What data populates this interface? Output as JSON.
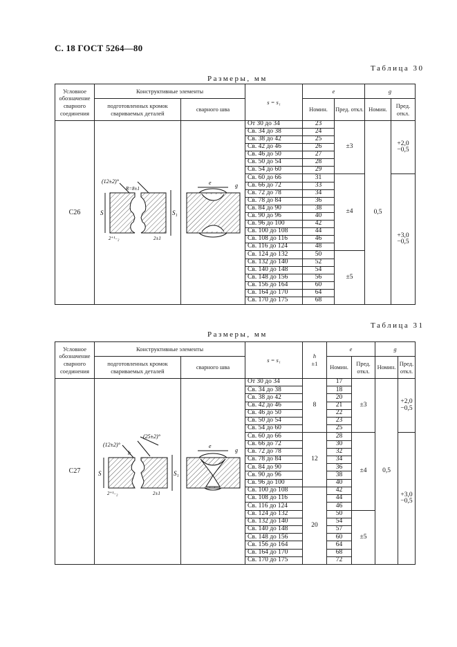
{
  "page_header": "С. 18 ГОСТ 5264—80",
  "tables": [
    {
      "caption": "Таблица 30",
      "sizes_caption": "Размеры, мм",
      "headers": {
        "conn_designation": "Условное обозначение сварного соединения",
        "constructive": "Конструктивные элементы",
        "prepared_edges": "подготовленных кромок свариваемых деталей",
        "weld": "сварного шва",
        "s_col": "s = s₁",
        "e": "e",
        "g": "g",
        "nom": "Номин.",
        "tol": "Пред. откл."
      },
      "designation": "С26",
      "ranges": [
        "От 30 до 34",
        "Св. 34 до 38",
        "Св. 38 до 42",
        "Св. 42 до 46",
        "Св. 46 до 50",
        "Св. 50 до 54",
        "Св. 54 до 60",
        "Св. 60 до 66",
        "Св. 66 до 72",
        "Св. 72 до 78",
        "Св. 78 до 84",
        "Св. 84 до 90",
        "Св. 90 до 96",
        "Св. 96 до 100",
        "Св. 100 до 108",
        "Св. 108 до 116",
        "Св. 116 до 124",
        "Св. 124 до 132",
        "Св. 132 до 140",
        "Св. 140 до 148",
        "Св. 148 до 156",
        "Св. 156 до 164",
        "Св. 164 до 170",
        "Св. 170 до 175"
      ],
      "e_nom": [
        "23",
        "24",
        "25",
        "26",
        "27",
        "28",
        "29",
        "31",
        "33",
        "34",
        "36",
        "38",
        "40",
        "42",
        "44",
        "46",
        "48",
        "50",
        "52",
        "54",
        "56",
        "60",
        "64",
        "68"
      ],
      "e_tol": [
        "±3",
        "±4",
        "±5"
      ],
      "g_nom": "0,5",
      "g_tol": [
        [
          "+2,0",
          "−0,5"
        ],
        [
          "+3,0",
          "−0,5"
        ]
      ],
      "drawing_labels": {
        "angle": "(12±2)°",
        "radius": "R=8±1",
        "gap": "2⁺¹₋₂",
        "root": "2±1",
        "s": "S",
        "s1": "S₁",
        "e": "e",
        "g": "g"
      }
    },
    {
      "caption": "Таблица 31",
      "sizes_caption": "Размеры, мм",
      "headers": {
        "conn_designation": "Условное обозначение сварного соединения",
        "constructive": "Конструктивные элементы",
        "prepared_edges": "подготовленных кромок свариваемых деталей",
        "weld": "сварного шва",
        "s_col": "s = s₁",
        "h": "h",
        "h_tol": "±1",
        "e": "e",
        "g": "g",
        "nom": "Номин.",
        "tol": "Пред. откл."
      },
      "designation": "С27",
      "ranges": [
        "От 30 до 34",
        "Св. 34 до 38",
        "Св. 38 до 42",
        "Св. 42 до 46",
        "Св. 46 до 50",
        "Св. 50 до 54",
        "Св. 54 до 60",
        "Св. 60 до 66",
        "Св. 66 до 72",
        "Св. 72 до 78",
        "Св. 78 до 84",
        "Св. 84 до 90",
        "Св. 90 до 96",
        "Св. 96 до 100",
        "Св. 100 до 108",
        "Св. 108 до 116",
        "Св. 116 до 124",
        "Св. 124 до 132",
        "Св. 132 до 140",
        "Св. 140 до 148",
        "Св. 148 до 156",
        "Св. 156 до 164",
        "Св. 164 до 170",
        "Св. 170 до 175"
      ],
      "h_values": [
        "8",
        "12",
        "20"
      ],
      "e_nom": [
        "17",
        "18",
        "20",
        "21",
        "22",
        "23",
        "25",
        "28",
        "30",
        "32",
        "34",
        "36",
        "38",
        "40",
        "42",
        "44",
        "46",
        "50",
        "54",
        "57",
        "60",
        "64",
        "68",
        "72"
      ],
      "e_tol": [
        "±3",
        "±4",
        "±5"
      ],
      "g_nom": "0,5",
      "g_tol": [
        [
          "+2,0",
          "−0,5"
        ],
        [
          "+3,0",
          "−0,5"
        ]
      ],
      "drawing_labels": {
        "angle1": "(12±2)°",
        "angle2": "(25±2)°",
        "h": "h",
        "gap": "2⁺¹₋₂",
        "root": "2±1",
        "s": "S",
        "s1": "S₁",
        "e": "e",
        "g": "g"
      }
    }
  ]
}
